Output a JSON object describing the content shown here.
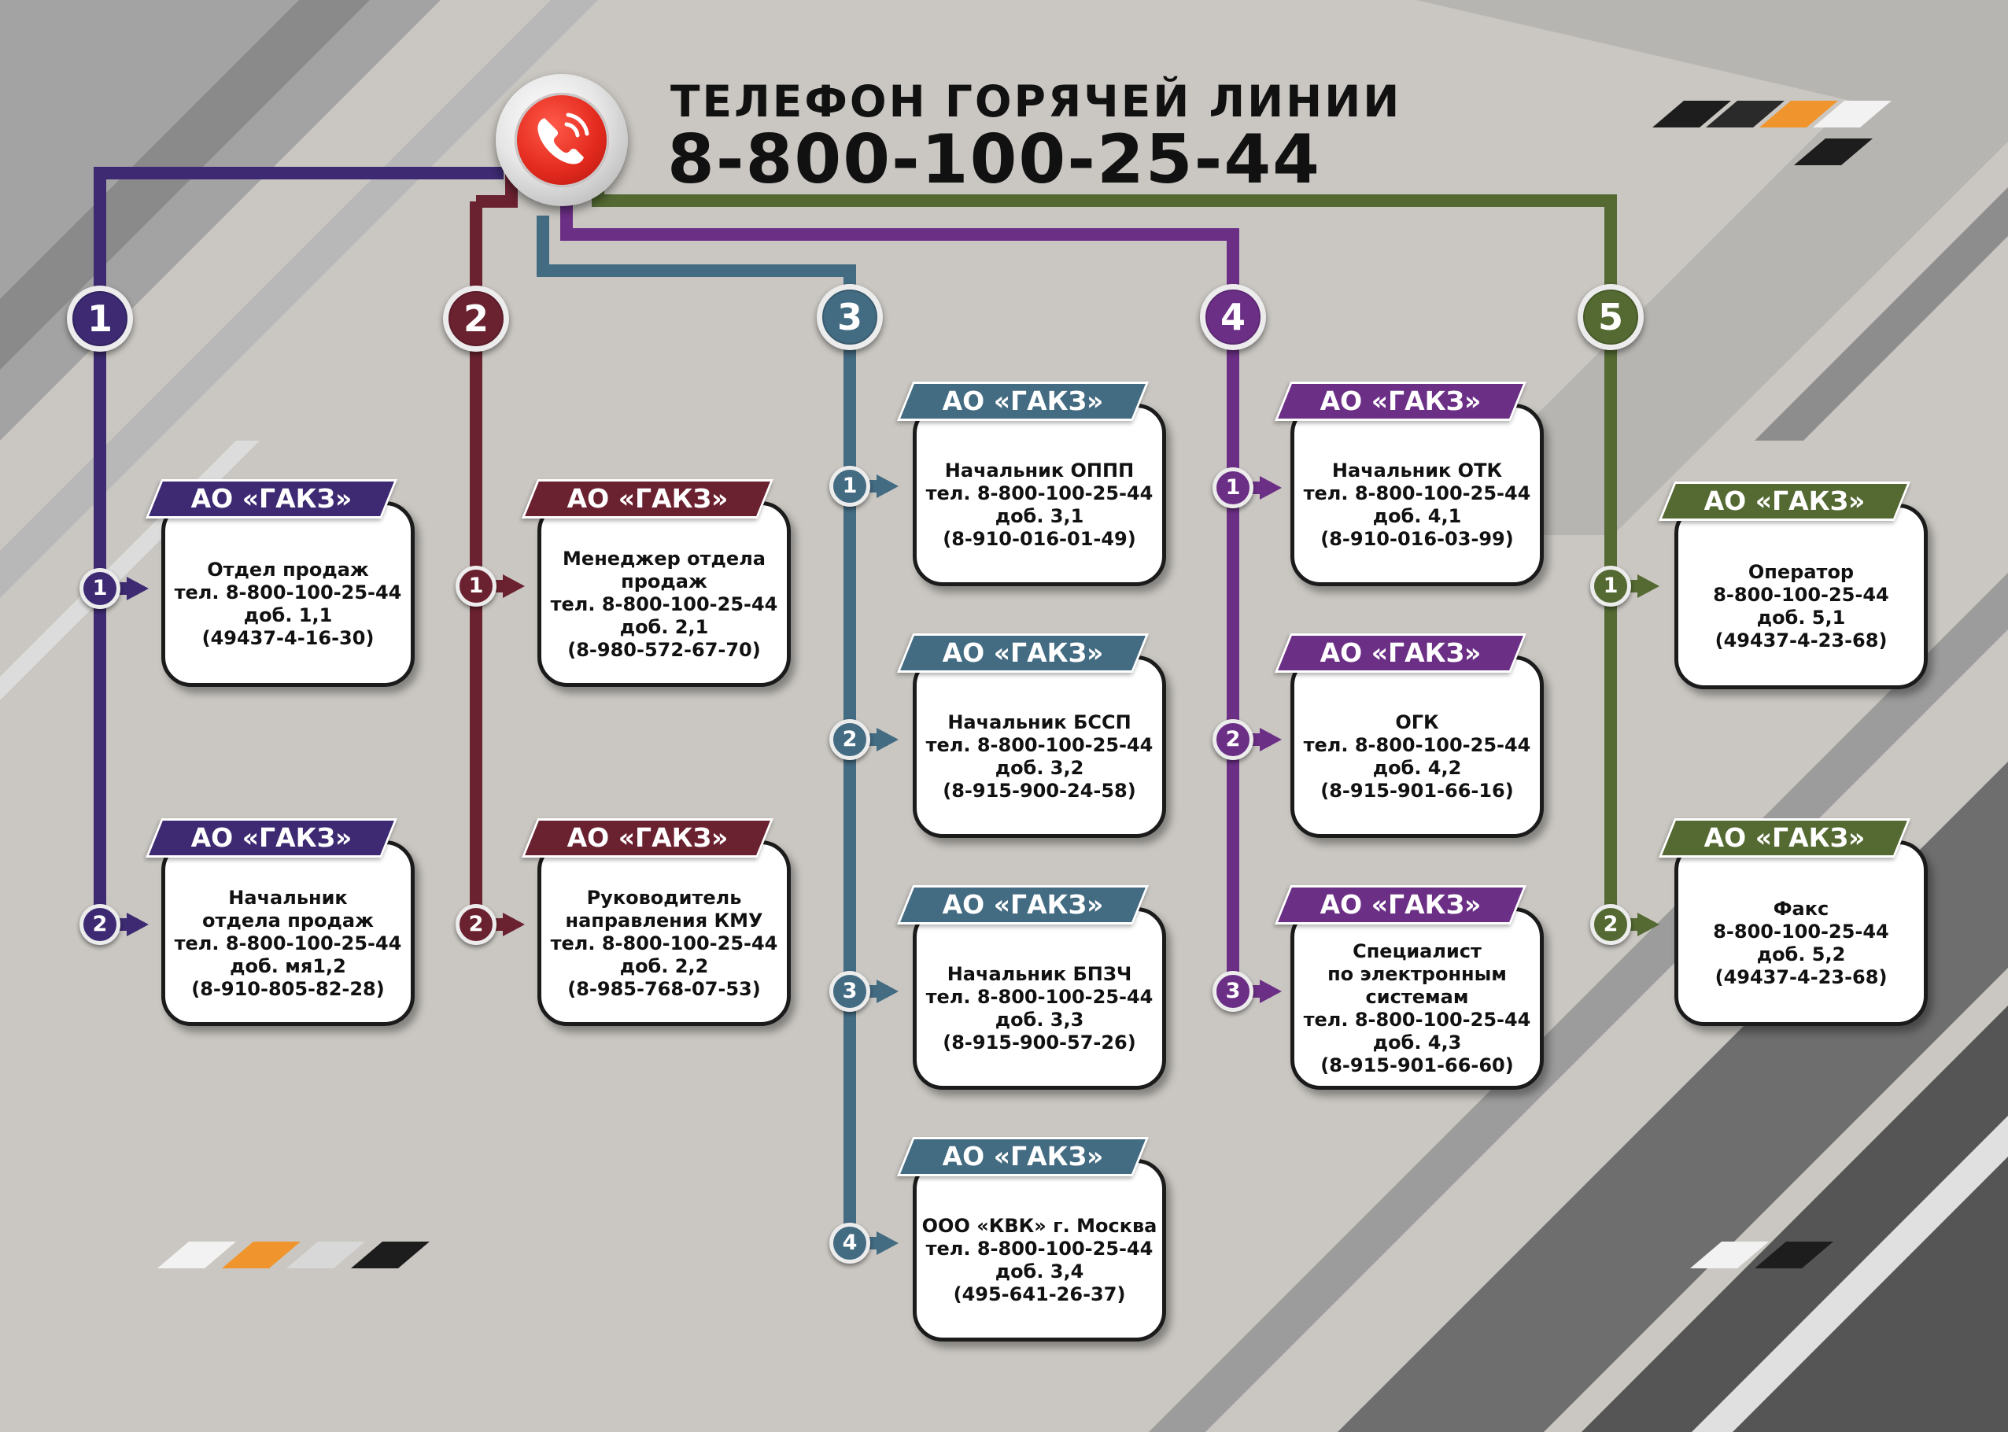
{
  "header": {
    "title": "ТЕЛЕФОН ГОРЯЧЕЙ ЛИНИИ",
    "phone": "8-800-100-25-44"
  },
  "icons": {
    "hub": "phone-ringing-icon"
  },
  "colors": {
    "branch_1": "#3d2a72",
    "branch_2": "#6b2230",
    "branch_3": "#436b82",
    "branch_4": "#6c2f86",
    "branch_5": "#546a32",
    "accent_orange": "#f0952d"
  },
  "branches": [
    {
      "number": "1",
      "items": [
        {
          "number": "1",
          "org": "АО «ГАКЗ»",
          "lines": [
            "Отдел продаж",
            "тел. 8-800-100-25-44",
            "доб. 1,1",
            "(49437-4-16-30)"
          ]
        },
        {
          "number": "2",
          "org": "АО «ГАКЗ»",
          "lines": [
            "Начальник",
            "отдела продаж",
            "тел. 8-800-100-25-44",
            "доб. мя1,2",
            "(8-910-805-82-28)"
          ]
        }
      ]
    },
    {
      "number": "2",
      "items": [
        {
          "number": "1",
          "org": "АО «ГАКЗ»",
          "lines": [
            "Менеджер отдела",
            "продаж",
            "тел. 8-800-100-25-44",
            "доб. 2,1",
            "(8-980-572-67-70)"
          ]
        },
        {
          "number": "2",
          "org": "АО «ГАКЗ»",
          "lines": [
            "Руководитель",
            "направления КМУ",
            "тел. 8-800-100-25-44",
            "доб. 2,2",
            "(8-985-768-07-53)"
          ]
        }
      ]
    },
    {
      "number": "3",
      "items": [
        {
          "number": "1",
          "org": "АО «ГАКЗ»",
          "lines": [
            "Начальник ОППП",
            "тел. 8-800-100-25-44",
            "доб. 3,1",
            "(8-910-016-01-49)"
          ]
        },
        {
          "number": "2",
          "org": "АО «ГАКЗ»",
          "lines": [
            "Начальник БССП",
            "тел. 8-800-100-25-44",
            "доб. 3,2",
            "(8-915-900-24-58)"
          ]
        },
        {
          "number": "3",
          "org": "АО «ГАКЗ»",
          "lines": [
            "Начальник БПЗЧ",
            "тел. 8-800-100-25-44",
            "доб. 3,3",
            "(8-915-900-57-26)"
          ]
        },
        {
          "number": "4",
          "org": "АО «ГАКЗ»",
          "lines": [
            "ООО «КВК» г. Москва",
            "тел. 8-800-100-25-44",
            "доб. 3,4",
            "(495-641-26-37)"
          ]
        }
      ]
    },
    {
      "number": "4",
      "items": [
        {
          "number": "1",
          "org": "АО «ГАКЗ»",
          "lines": [
            "Начальник ОТК",
            "тел. 8-800-100-25-44",
            "доб. 4,1",
            "(8-910-016-03-99)"
          ]
        },
        {
          "number": "2",
          "org": "АО «ГАКЗ»",
          "lines": [
            "ОГК",
            "тел. 8-800-100-25-44",
            "доб. 4,2",
            "(8-915-901-66-16)"
          ]
        },
        {
          "number": "3",
          "org": "АО «ГАКЗ»",
          "lines": [
            "Специалист",
            "по электронным",
            "системам",
            "тел. 8-800-100-25-44",
            "доб. 4,3",
            "(8-915-901-66-60)"
          ]
        }
      ]
    },
    {
      "number": "5",
      "items": [
        {
          "number": "1",
          "org": "АО «ГАКЗ»",
          "lines": [
            "Оператор",
            "8-800-100-25-44",
            "доб. 5,1",
            "(49437-4-23-68)"
          ]
        },
        {
          "number": "2",
          "org": "АО «ГАКЗ»",
          "lines": [
            "Факс",
            "8-800-100-25-44",
            "доб. 5,2",
            "(49437-4-23-68)"
          ]
        }
      ]
    }
  ]
}
